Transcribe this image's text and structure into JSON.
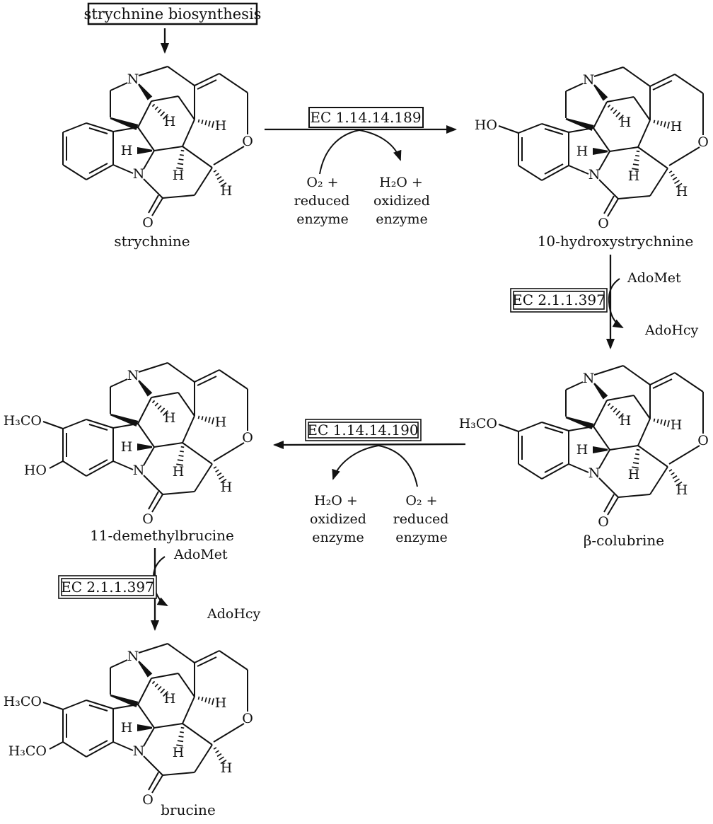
{
  "diagram_title": "strychnine biosynthesis",
  "atoms": {
    "nitrogen": "N",
    "oxygen": "O",
    "hydrogen": "H"
  },
  "molecules": [
    {
      "id": "strychnine",
      "label": "strychnine",
      "substituents": {}
    },
    {
      "id": "10-hydroxystrychnine",
      "label": "10-hydroxystrychnine",
      "substituents": {
        "TL": "HO"
      }
    },
    {
      "id": "beta-colubrine",
      "label": "β-colubrine",
      "substituents": {
        "TL": "H₃CO"
      }
    },
    {
      "id": "11-demethylbrucine",
      "label": "11-demethylbrucine",
      "substituents": {
        "TL": "H₃CO",
        "BL": "HO"
      }
    },
    {
      "id": "brucine",
      "label": "brucine",
      "substituents": {
        "TL": "H₃CO",
        "BL": "H₃CO"
      }
    }
  ],
  "reactions": [
    {
      "ec": "EC 1.14.14.189",
      "substrate_side": {
        "line1": "O₂ +",
        "line2": "reduced",
        "line3": "enzyme"
      },
      "product_side": {
        "line1": "H₂O +",
        "line2": "oxidized",
        "line3": "enzyme"
      }
    },
    {
      "ec": "EC 2.1.1.397",
      "cofactor_in": "AdoMet",
      "cofactor_out": "AdoHcy"
    },
    {
      "ec": "EC 1.14.14.190",
      "product_side": {
        "line1": "H₂O +",
        "line2": "oxidized",
        "line3": "enzyme"
      },
      "substrate_side": {
        "line1": "O₂ +",
        "line2": "reduced",
        "line3": "enzyme"
      }
    },
    {
      "ec": "EC 2.1.1.397",
      "cofactor_in": "AdoMet",
      "cofactor_out": "AdoHcy"
    }
  ]
}
